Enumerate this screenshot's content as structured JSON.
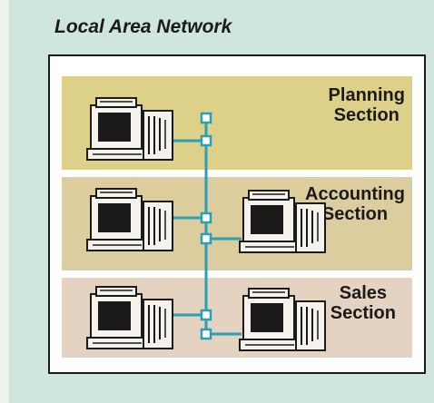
{
  "title": "Local Area Network",
  "sections": [
    {
      "line1": "Planning",
      "line2": "Section",
      "computers": 1
    },
    {
      "line1": "Accounting",
      "line2": "Section",
      "computers": 2
    },
    {
      "line1": "Sales",
      "line2": "Section",
      "computers": 2
    }
  ],
  "colors": {
    "panel": "#cfe6de",
    "planning": "#ddd089",
    "accounting": "#dccd9f",
    "sales": "#e3d3c0",
    "network_line": "#2a9fb5"
  }
}
